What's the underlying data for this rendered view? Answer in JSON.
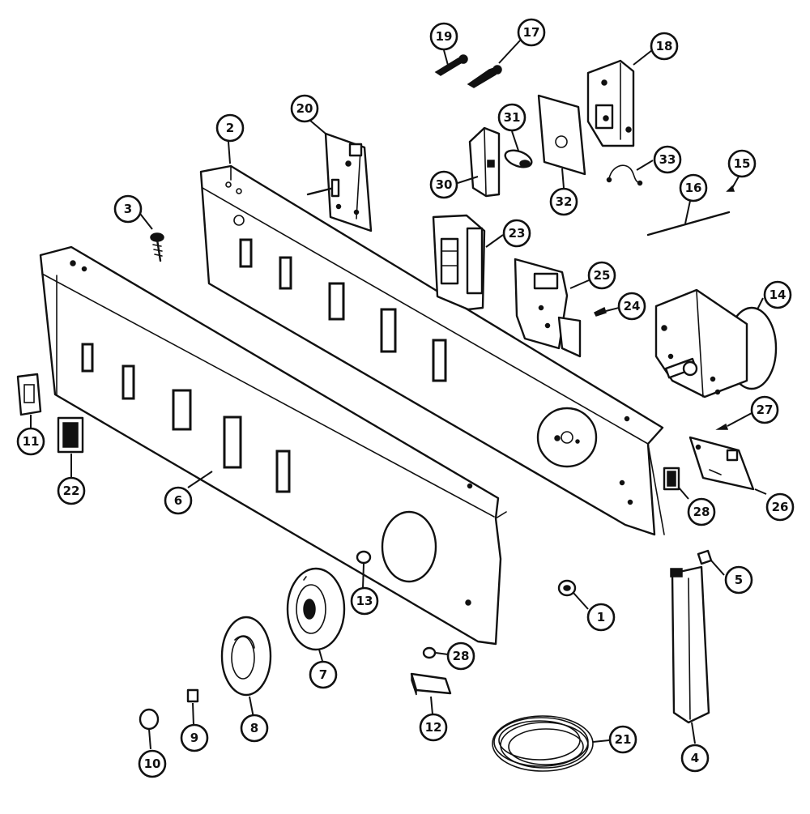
{
  "callouts": [
    {
      "id": "1",
      "label": "1"
    },
    {
      "id": "2",
      "label": "2"
    },
    {
      "id": "3",
      "label": "3"
    },
    {
      "id": "4",
      "label": "4"
    },
    {
      "id": "5",
      "label": "5"
    },
    {
      "id": "6",
      "label": "6"
    },
    {
      "id": "7",
      "label": "7"
    },
    {
      "id": "8",
      "label": "8"
    },
    {
      "id": "9",
      "label": "9"
    },
    {
      "id": "10",
      "label": "10"
    },
    {
      "id": "11",
      "label": "11"
    },
    {
      "id": "12",
      "label": "12"
    },
    {
      "id": "13",
      "label": "13"
    },
    {
      "id": "14",
      "label": "14"
    },
    {
      "id": "15",
      "label": "15"
    },
    {
      "id": "16",
      "label": "16"
    },
    {
      "id": "17",
      "label": "17"
    },
    {
      "id": "18",
      "label": "18"
    },
    {
      "id": "19",
      "label": "19"
    },
    {
      "id": "20",
      "label": "20"
    },
    {
      "id": "21",
      "label": "21"
    },
    {
      "id": "22",
      "label": "22"
    },
    {
      "id": "23",
      "label": "23"
    },
    {
      "id": "24",
      "label": "24"
    },
    {
      "id": "25",
      "label": "25"
    },
    {
      "id": "26",
      "label": "26"
    },
    {
      "id": "27",
      "label": "27"
    },
    {
      "id": "28a",
      "label": "28"
    },
    {
      "id": "28b",
      "label": "28"
    },
    {
      "id": "30",
      "label": "30"
    },
    {
      "id": "31",
      "label": "31"
    },
    {
      "id": "32",
      "label": "32"
    },
    {
      "id": "33",
      "label": "33"
    }
  ]
}
